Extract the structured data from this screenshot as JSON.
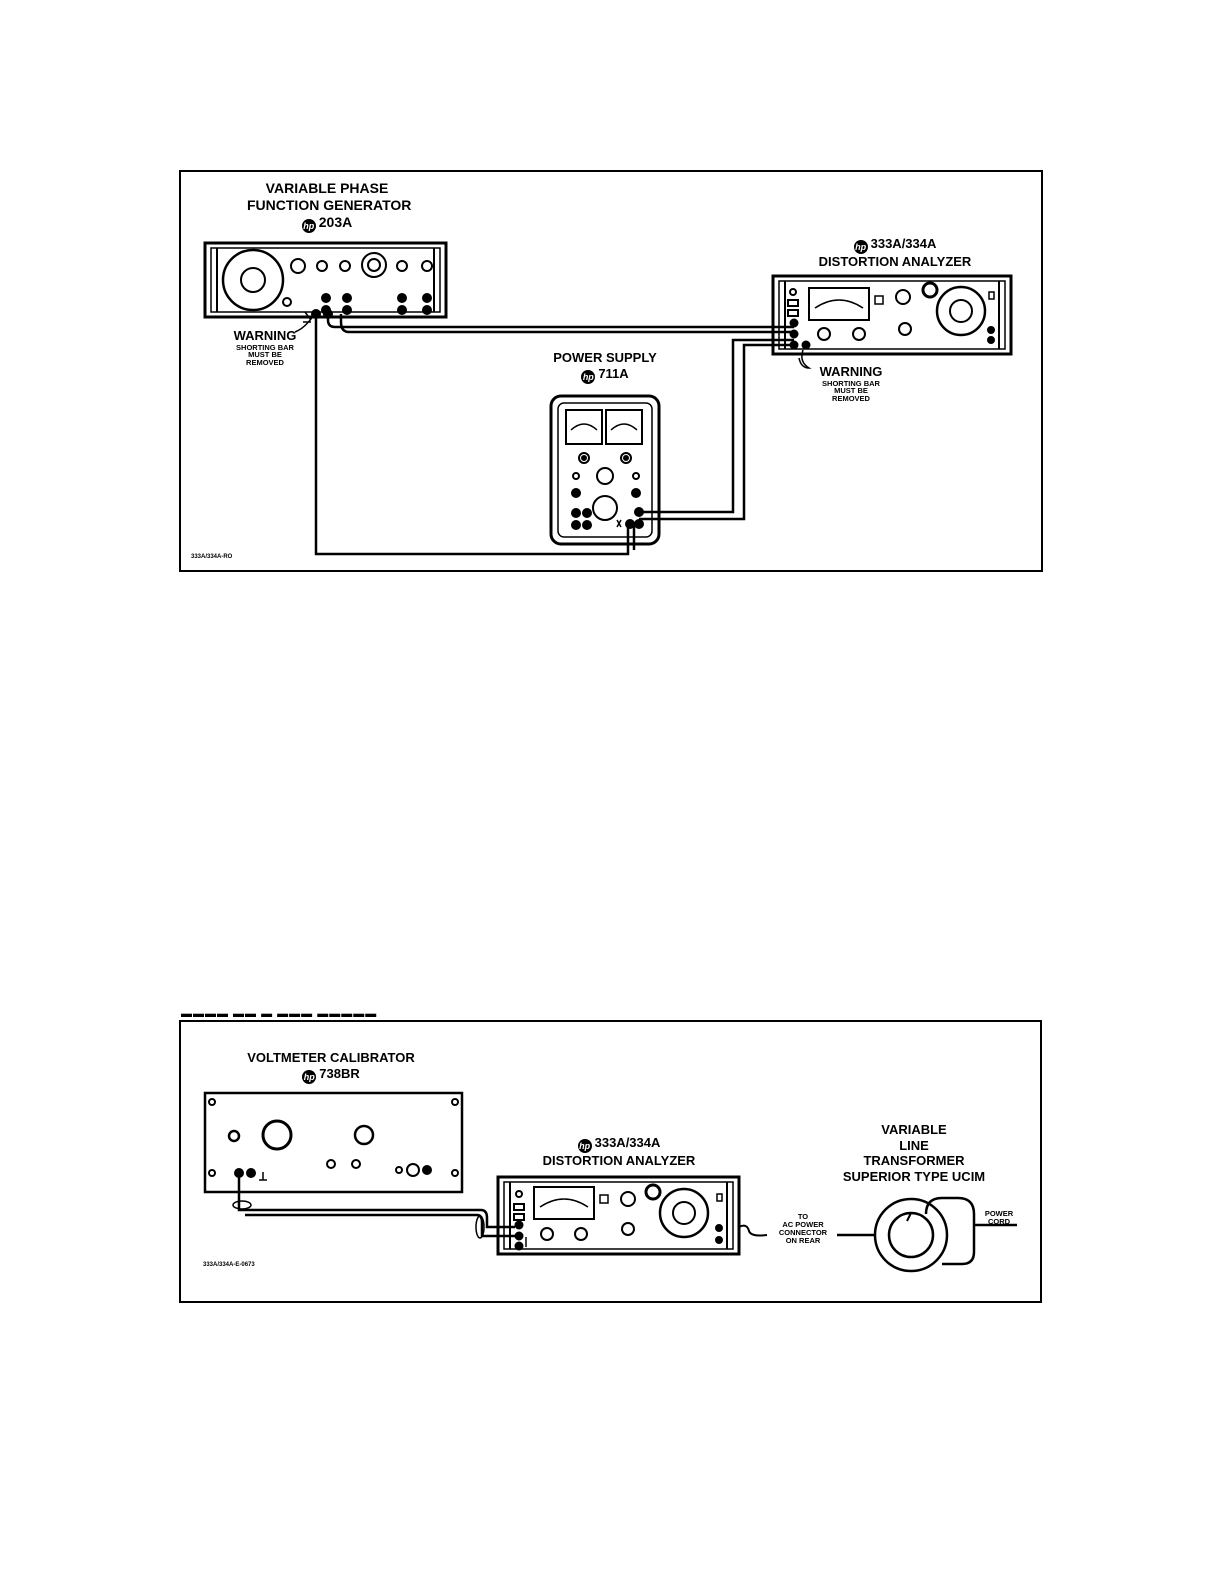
{
  "fig1": {
    "generator": {
      "line1": "VARIABLE PHASE",
      "line2": "FUNCTION GENERATOR",
      "model": "203A"
    },
    "analyzer": {
      "model": "333A/334A",
      "name": "DISTORTION ANALYZER"
    },
    "power_supply": {
      "name": "POWER SUPPLY",
      "model": "711A"
    },
    "warning_left": {
      "title": "WARNING",
      "l1": "SHORTING BAR",
      "l2": "MUST BE",
      "l3": "REMOVED"
    },
    "warning_right": {
      "title": "WARNING",
      "l1": "SHORTING BAR",
      "l2": "MUST BE",
      "l3": "REMOVED"
    },
    "figure_code": "333A/334A-RO"
  },
  "fig2": {
    "calibrator": {
      "name": "VOLTMETER CALIBRATOR",
      "model": "738BR"
    },
    "analyzer": {
      "model": "333A/334A",
      "name": "DISTORTION ANALYZER"
    },
    "transformer": {
      "l1": "VARIABLE",
      "l2": "LINE",
      "l3": "TRANSFORMER",
      "l4": "SUPERIOR TYPE UCIM"
    },
    "ac_note": {
      "l1": "TO",
      "l2": "AC POWER",
      "l3": "CONNECTOR",
      "l4": "ON REAR"
    },
    "power_cord": {
      "l1": "POWER",
      "l2": "CORD"
    },
    "figure_code": "333A/334A-E-0673"
  },
  "colors": {
    "ink": "#000000",
    "paper": "#ffffff"
  }
}
